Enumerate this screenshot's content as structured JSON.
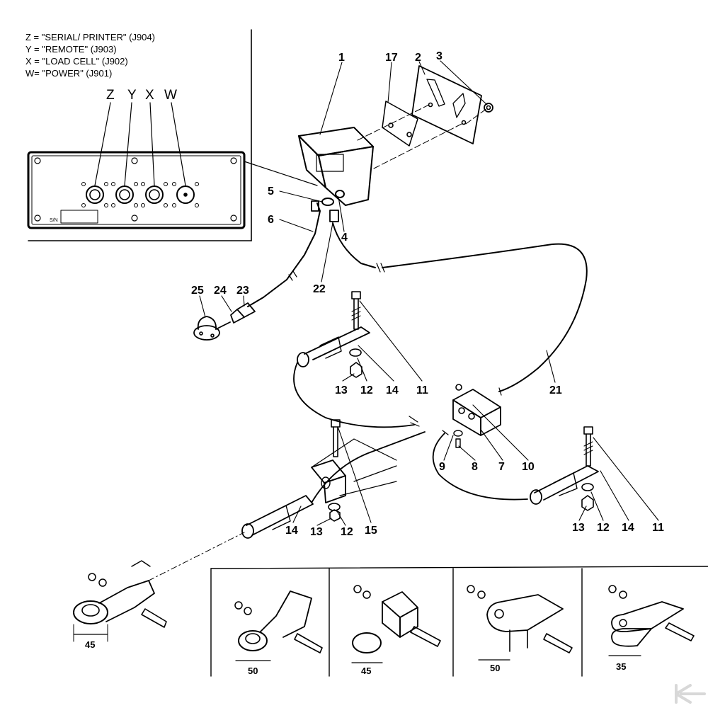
{
  "legend": [
    "Z = \"SERIAL/ PRINTER\"  (J904)",
    "Y = \"REMOTE\" (J903)",
    "X = \"LOAD CELL\" (J902)",
    "W= \"POWER\"  (J901)"
  ],
  "connector_letters": [
    "Z",
    "Y",
    "X",
    "W"
  ],
  "panel_sn_label": "S/N",
  "callouts": {
    "c1": "1",
    "c17": "17",
    "c2": "2",
    "c3": "3",
    "c5": "5",
    "c4": "4",
    "c6": "6",
    "c22": "22",
    "c25": "25",
    "c24": "24",
    "c23": "23",
    "c13a": "13",
    "c12a": "12",
    "c14a": "14",
    "c11a": "11",
    "c21": "21",
    "c9": "9",
    "c8": "8",
    "c7": "7",
    "c10": "10",
    "c13b": "13",
    "c12b": "12",
    "c14b": "14",
    "c11b": "11",
    "c14c": "14",
    "c13c": "13",
    "c12c": "12",
    "c15": "15"
  },
  "dimensions": [
    "45",
    "50",
    "45",
    "50",
    "35"
  ],
  "colors": {
    "ink": "#000000",
    "paper": "#ffffff",
    "watermark": "#d8d8d8"
  },
  "watermark_icon": "brand-k-logo-icon"
}
